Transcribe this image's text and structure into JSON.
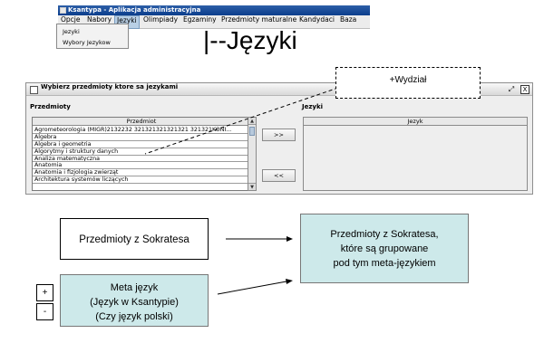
{
  "app": {
    "title": "Ksantypa - Aplikacja administracyjna",
    "menu": [
      "Opcje",
      "Nabory",
      "Jezyki",
      "Olimpiady",
      "Egzaminy",
      "Przedmioty maturalne",
      "Kandydaci",
      "Baza"
    ],
    "active_menu": "Jezyki",
    "dropdown_items": [
      "Jezyki",
      "Wybory Jezykow"
    ]
  },
  "heading": "|--Języki",
  "callout": "+Wydział",
  "dialog": {
    "title": "Wybierz przedmioty ktore sa jezykami",
    "left_label": "Przedmioty",
    "right_label": "Jezyki",
    "subjects_header": "Przedmiot",
    "subjects": [
      "Agrometeorologia (MIGR)2132232 321321321321321 321321KONI...",
      "Algebra",
      "Algebra i geometria",
      "Algorytmy i struktury danych",
      "Analiza matematyczna",
      "Anatomia",
      "Anatomia i fizjologia zwierząt",
      "Architektura systemów liczących"
    ],
    "lang_header": "Jezyk",
    "add_label": ">>",
    "remove_label": "<<",
    "close_label": "X",
    "restore_label": "⤢"
  },
  "diagram": {
    "sokrates_label": "Przedmioty z Sokratesa",
    "grouped_lines": [
      "Przedmioty z Sokratesa,",
      "które są grupowane",
      "pod  tym meta-językiem"
    ],
    "meta_lines": [
      "Meta język",
      "(Język w Ksantypie)",
      "(Czy język polski)"
    ],
    "plus_label": "+",
    "minus_label": "-"
  }
}
